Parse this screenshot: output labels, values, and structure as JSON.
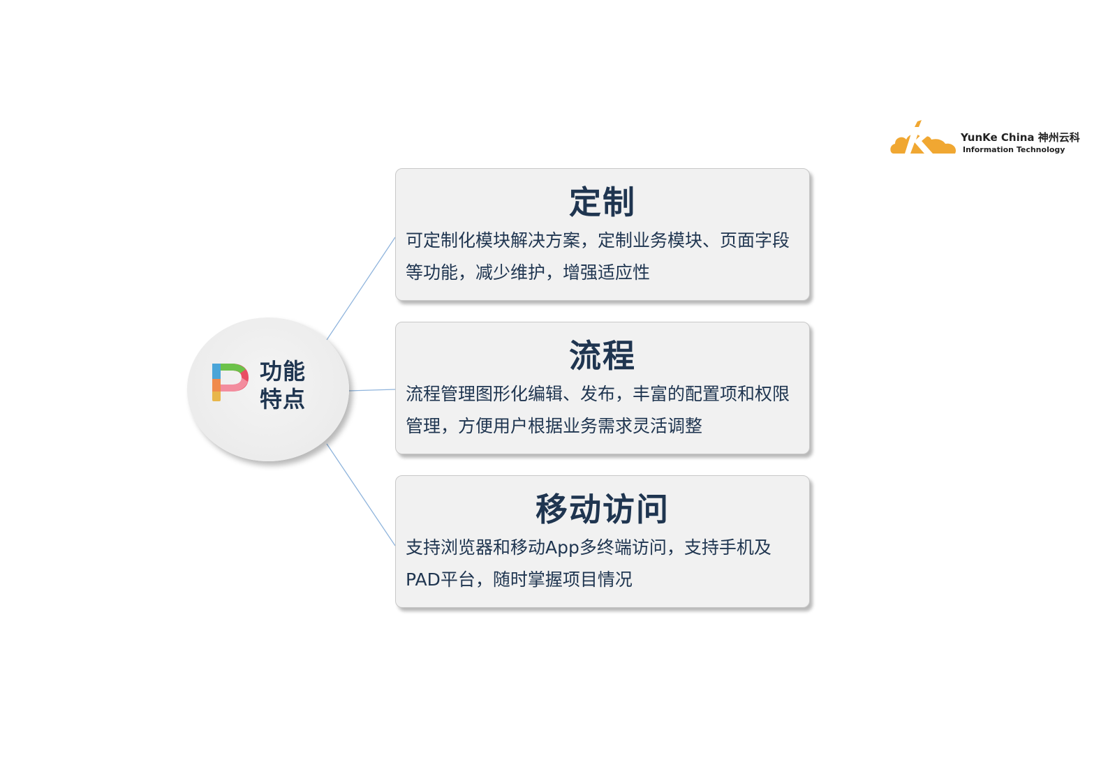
{
  "brand": {
    "name": "YunKe China 神州云科",
    "subtitle": "Information Technology",
    "accent_color": "#f0a732"
  },
  "hub": {
    "label": "功能特点",
    "icon": "colorful-p-logo-icon"
  },
  "cards": [
    {
      "title": "定制",
      "description": "可定制化模块解决方案，定制业务模块、页面字段等功能，减少维护，增强适应性"
    },
    {
      "title": "流程",
      "description": "流程管理图形化编辑、发布，丰富的配置项和权限管理，方便用户根据业务需求灵活调整"
    },
    {
      "title": "移动访问",
      "description": "支持浏览器和移动App多终端访问，支持手机及PAD平台，随时掌握项目情况"
    }
  ],
  "colors": {
    "text": "#1f3550",
    "card_background": "#f1f1f1",
    "connector": "#8fb4dc"
  }
}
